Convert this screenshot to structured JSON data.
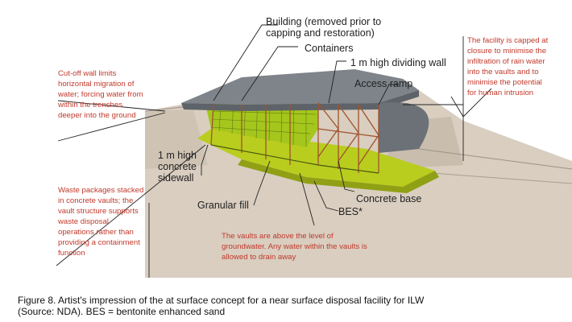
{
  "labels": {
    "building": "Building (removed prior to capping and restoration)",
    "containers": "Containers",
    "dividing_wall": "1 m high dividing wall",
    "access_ramp": "Access ramp",
    "sidewall": "1 m high concrete sidewall",
    "granular_fill": "Granular fill",
    "concrete_base": "Concrete base",
    "bes": "BES*"
  },
  "annotations": {
    "cutoff_wall": "Cut-off wall limits horizontal migration of water; forcing water from within the trenches deeper into the ground",
    "capping": "The facility is capped at closure to minimise the infiltration of rain water into the vaults and to minimise the potential for human intrusion",
    "waste_packages": "Waste packages stacked in concrete vaults; the vault structure supports waste disposal operations rather than providing a containment function",
    "groundwater": "The vaults are above the level of groundwater. Any water within the vaults is allowed to drain away"
  },
  "caption": {
    "line1": "Figure 8. Artist's impression of the at surface concept for a near surface disposal facility for ILW",
    "line2": "(Source: NDA). BES = bentonite enhanced sand"
  },
  "colors": {
    "annotation_red": "#c0392b",
    "fill_green": "#b8cc1e",
    "ground_beige": "#d8cdbf",
    "roof_grey": "#7d8389"
  }
}
